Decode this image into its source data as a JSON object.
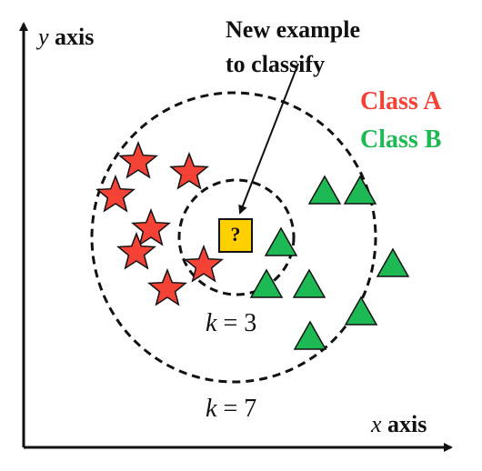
{
  "axes": {
    "y_var": "y",
    "y_word": "axis",
    "x_var": "x",
    "x_word": "axis"
  },
  "annotation": {
    "line1": "New example",
    "line2": "to classify"
  },
  "legend": {
    "class_a": "Class A",
    "class_b": "Class B"
  },
  "query_symbol": "?",
  "k_labels": {
    "inner_var": "k",
    "inner_eq": "=",
    "inner_value": "3",
    "outer_var": "k",
    "outer_eq": "=",
    "outer_value": "7"
  },
  "colors": {
    "class_a": "#f44336",
    "class_b": "#1db954",
    "query": "#ffd000",
    "stroke": "#111111"
  },
  "icons": {
    "class_a_marker": "star-icon",
    "class_b_marker": "triangle-icon",
    "query_marker": "question-box-icon"
  }
}
